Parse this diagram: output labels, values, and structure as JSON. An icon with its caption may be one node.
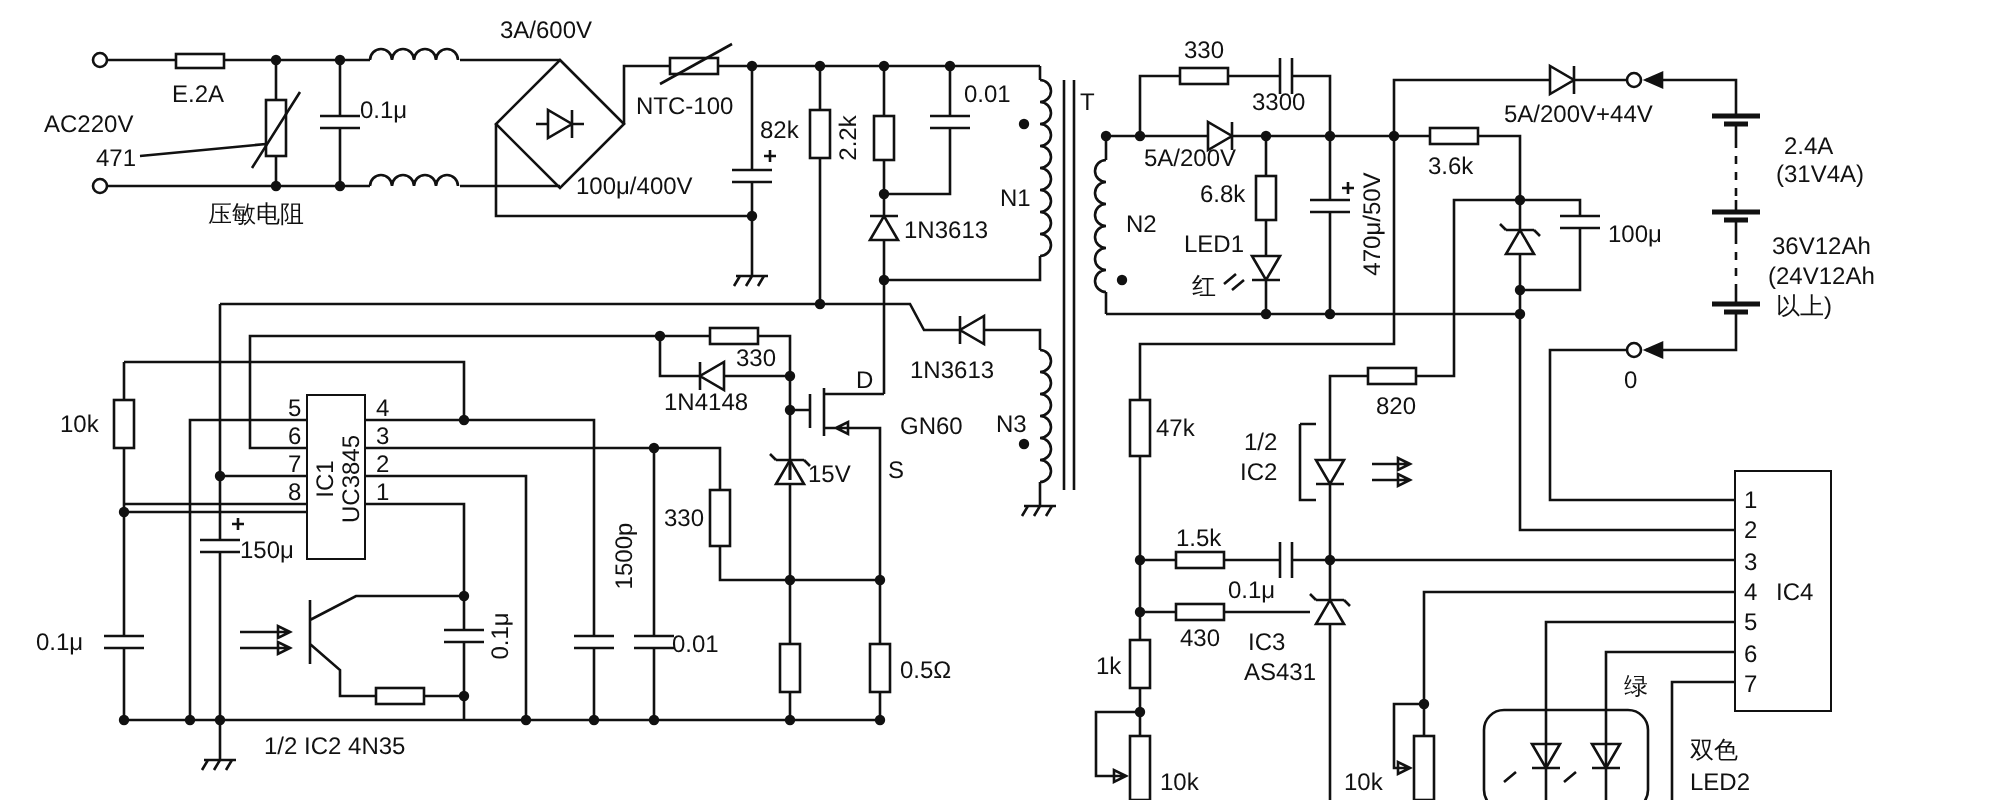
{
  "diagram": {
    "nodes": [
      {
        "text": [
          "IC1",
          "UC3845"
        ]
      },
      {
        "text": [
          "1",
          "2",
          "3",
          "4",
          "5",
          "6",
          "7",
          "IC4"
        ]
      }
    ],
    "labels": [
      "3A/600V",
      "330",
      "E.2A",
      "0.1μ",
      "NTC-100",
      "82k",
      "2.2k",
      "0.01",
      "T",
      "3300",
      "5A/200V+44V",
      "AC220V",
      "471",
      "5A/200V",
      "2.4A",
      "(31V4A)",
      "3.6k",
      "100μ/400V",
      "N1",
      "6.8k",
      "N2",
      "压敏电阻",
      "LED1",
      "470μ/50V",
      "100μ",
      "36V12Ah",
      "1N3613",
      "(24V12Ah",
      "红",
      "以上)",
      "330",
      "0",
      "1N3613",
      "D",
      "820",
      "10k",
      "1N4148",
      "N3",
      "47k",
      "GN60",
      "1/2",
      "IC2",
      "S",
      "15V",
      "1.5k",
      "330",
      "150μ",
      "1500p",
      "0.1μ",
      "0.1μ",
      "0.1μ",
      "0.01",
      "IC3",
      "430",
      "1k",
      "AS431",
      "0.5Ω",
      "绿",
      "1/2 IC2 4N35",
      "双色",
      "10k",
      "10k",
      "LED2",
      "5",
      "6",
      "7",
      "8",
      "4",
      "3",
      "2",
      "1"
    ]
  }
}
